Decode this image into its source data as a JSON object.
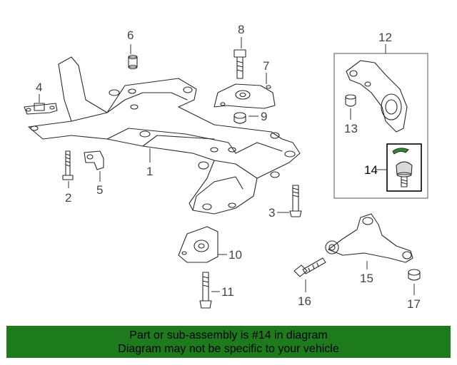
{
  "callouts": {
    "c1": "1",
    "c2": "2",
    "c3": "3",
    "c4": "4",
    "c5": "5",
    "c6": "6",
    "c7": "7",
    "c8": "8",
    "c9": "9",
    "c10": "10",
    "c11": "11",
    "c12": "12",
    "c13": "13",
    "c14": "14",
    "c15": "15",
    "c16": "16",
    "c17": "17"
  },
  "highlight_color": "#000000",
  "banner": {
    "line1": "Part or sub-assembly is #14 in diagram",
    "line2": "Diagram may not be specific to your vehicle",
    "background": "#1d7a1d"
  }
}
